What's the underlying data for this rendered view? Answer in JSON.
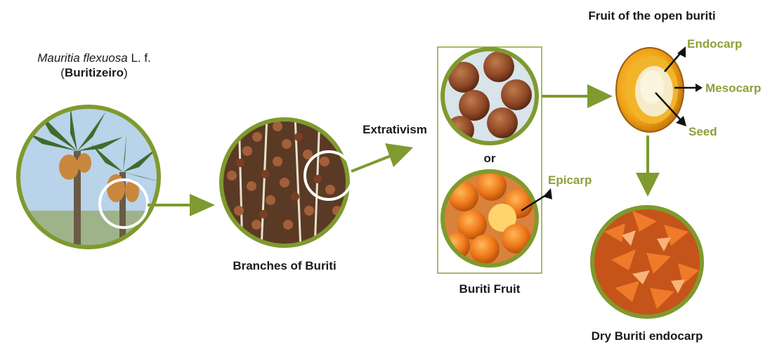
{
  "species": {
    "name_italic_1": "Mauritia ",
    "name_italic_2": "flexuosa",
    "name_suffix": " L. f.",
    "common_open": "(",
    "common_name": "Buritizeiro",
    "common_close": ")"
  },
  "labels": {
    "branches": "Branches of Buriti",
    "extrativism": "Extrativism",
    "or": "or",
    "buriti_fruit": "Buriti Fruit",
    "epicarp": "Epicarp",
    "open_fruit_title": "Fruit of the open buriti",
    "endocarp": "Endocarp",
    "mesocarp": "Mesocarp",
    "seed": "Seed",
    "dry_endocarp": "Dry Buriti endocarp"
  },
  "colors": {
    "accent_green": "#7f9a2e",
    "label_green": "#8ba13a",
    "pointer_black": "#111111"
  }
}
